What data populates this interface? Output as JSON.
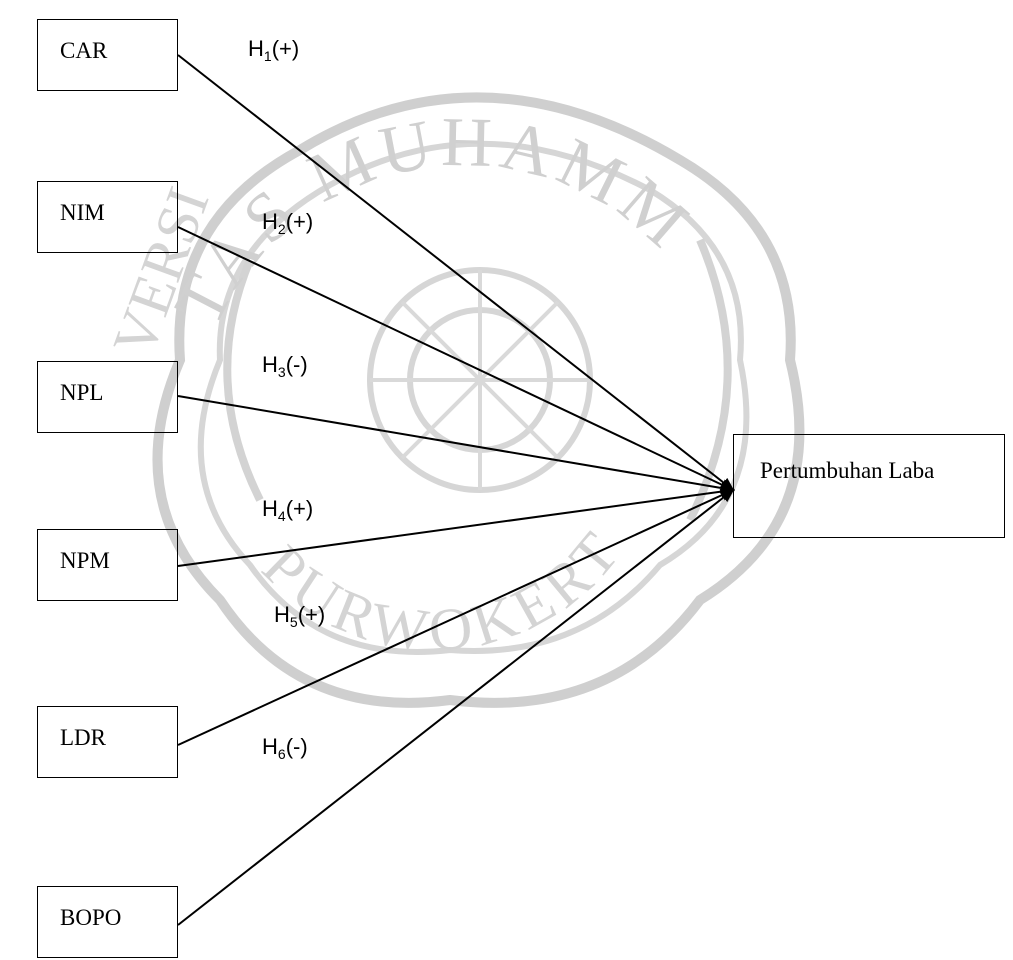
{
  "watermark": {
    "arc_top": "TAS MUHAMMADIYAH",
    "arc_left": "VERSI",
    "arc_bottom": "PURWOKERTO"
  },
  "nodes": {
    "car": "CAR",
    "nim": "NIM",
    "npl": "NPL",
    "npm": "NPM",
    "ldr": "LDR",
    "bopo": "BOPO",
    "target": "Pertumbuhan Laba"
  },
  "hypotheses": [
    {
      "letter": "H",
      "sub": "1",
      "sign": "(+)"
    },
    {
      "letter": "H",
      "sub": "2",
      "sign": "(+)"
    },
    {
      "letter": "H",
      "sub": "3",
      "sign": "(-)"
    },
    {
      "letter": "H",
      "sub": "4",
      "sign": "(+)"
    },
    {
      "letter": "H",
      "sub": "5",
      "sign": "(+)"
    },
    {
      "letter": "H",
      "sub": "6",
      "sign": "(-)"
    }
  ]
}
